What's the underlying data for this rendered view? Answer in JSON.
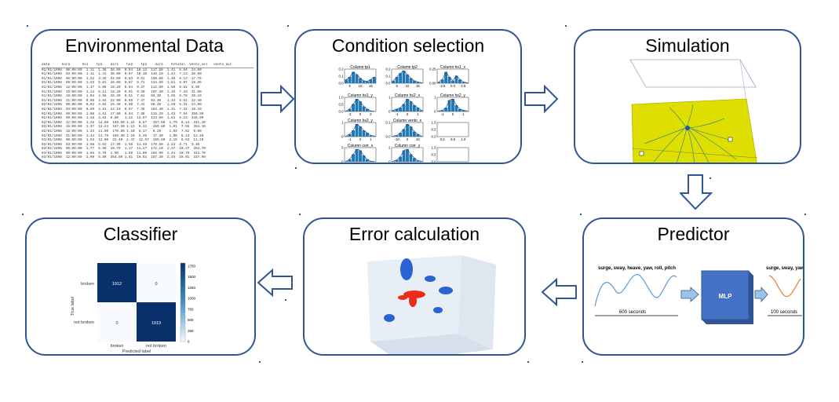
{
  "steps": {
    "environmental_data": {
      "title": "Environmental Data",
      "table_header": "data      hora      hs1    tp1    dir1    hs2    tp2    dir2    hstotal  vento_vel   vento_dir",
      "table_rows": [
        "01/01/1998  00:00:00  1.11  1.36  30.00  0.94  10.13  117.50  1.41  6.94  24.00",
        "01/01/1998  03:00:00  1.11  1.41  30.00  0.87  10.10  146.10  1.44  7.13  28.60",
        "01/01/1998  06:00:00  1.22  3.29  31.00  0.83  9.81   150.60  1.46  8.13  17.76",
        "01/01/1998  09:00:00  1.23  5.01  26.00  0.87  9.71   134.50  1.51  8.97  18.69",
        "01/01/1998  12:00:00  1.17  5.08  18.20  0.94  9.37   112.60  1.50  8.82  5.50",
        "01/01/1998  15:00:00  1.14  5.11  18.20  0.91  9.30   107.30  1.46  7.33  11.00",
        "01/01/1998  18:00:00  1.04  4.58  20.40  0.51  7.51   66.30   1.36  6.78  20.10",
        "01/01/1998  21:00:00  0.98  4.54  22.90  0.69  7.47   92.30   1.33  6.51  22.40",
        "02/01/1998  00:00:00  0.92  4.62  26.40  0.90  7.41   80.20   1.29  6.31  24.00",
        "02/01/1998  03:00:00  0.89  4.51  24.10  0.87  7.39   104.40  1.31  7.32  19.10",
        "02/01/1998  06:00:00  1.08  4.61  17.80  0.94  7.36   116.20  1.43  7.94  359.30",
        "02/01/1998  09:00:00  1.18  4.62  0.80   1.22  12.87  123.60  1.61  8.23  349.90",
        "02/01/1998  12:00:00  1.26  12.60  168.50 1.15  6.87   157.60  1.79  8.14  341.10",
        "02/01/1998  15:00:00  1.37  12.24  167.30 1.13  5.11   159.60  1.91  7.56  354.10",
        "02/01/1998  18:00:00  1.44  11.90  170.50 1.10  5.17   0.29    1.93  7.62  9.00",
        "02/01/1998  21:00:00  1.44  11.79  169.30 1.10  5.46   17.30   1.90  8.13  12.40",
        "03/01/1998  00:00:00  1.63  12.00  22.40  1.47  12.57  169.80  2.19  8.63  11.10",
        "03/01/1998  03:00:00  1.58  5.61  17.30  1.58  11.49  178.60  2.23  8.71  3.30",
        "03/01/1998  06:00:00  1.77  5.60  10.70  1.17  11.27  172.10  2.37  10.27  353.70",
        "03/01/1998  09:00:00  1.85  5.78  1.90   1.59  11.09  166.90  2.44  10.79  343.70",
        "03/01/1998  12:00:00  1.09  5.89  354.80 1.51  10.92  167.30  2.45  10.01  337.90",
        "03/01/1998  15:00:00  1.63  6.07  111.40 1.16  5.51   149.00  2.26  7.81  347.70"
      ]
    },
    "condition_selection": {
      "title": "Condition selection",
      "subplots": [
        {
          "label": "Column tp1",
          "yticks": [
            "0.2",
            "0.1",
            "0.0"
          ],
          "xticks": [
            "5",
            "10",
            "15"
          ],
          "bars": [
            0.3,
            0.5,
            0.9,
            0.7,
            0.4,
            0.2,
            0.15,
            0.3,
            0.5
          ]
        },
        {
          "label": "Column tp2",
          "yticks": [
            "0.2",
            "0.1",
            "0.0"
          ],
          "xticks": [
            "5",
            "10",
            "15"
          ],
          "bars": [
            0.2,
            0.5,
            0.8,
            1.0,
            0.7,
            0.4,
            0.2,
            0.1,
            0.05
          ]
        },
        {
          "label": "Column hs1_x",
          "yticks": [
            "0.25",
            "0.00"
          ],
          "xticks": [
            "-2.5",
            "0.0",
            "2.5"
          ],
          "bars": [
            0.1,
            0.3,
            0.9,
            0.5,
            0.2,
            0.6,
            0.3,
            0.1,
            0.05
          ]
        },
        {
          "label": "Column hs1_y",
          "yticks": [
            "1.0",
            "0.5",
            "0.0"
          ],
          "xticks": [
            "-2",
            "0",
            "2"
          ],
          "bars": [
            0.05,
            0.2,
            0.6,
            1.0,
            0.8,
            0.4,
            0.2,
            0.05,
            0.02
          ]
        },
        {
          "label": "Column hs2_x",
          "yticks": [
            "1",
            "0"
          ],
          "xticks": [
            "-1",
            "0",
            "1"
          ],
          "bars": [
            0.1,
            0.2,
            0.3,
            0.6,
            1.0,
            0.8,
            0.5,
            0.3,
            0.1
          ]
        },
        {
          "label": "Column hs2_y",
          "yticks": [
            "1",
            "0"
          ],
          "xticks": [
            "-1",
            "0",
            "1"
          ],
          "bars": [
            0.05,
            0.1,
            0.3,
            0.9,
            1.0,
            0.5,
            0.2,
            0.1,
            0.05
          ]
        },
        {
          "label": "Column hs2_y",
          "yticks": [
            "1",
            "0"
          ],
          "xticks": [
            "-1",
            "0",
            "1"
          ],
          "bars": [
            0.05,
            0.2,
            0.5,
            1.0,
            0.8,
            0.5,
            0.3,
            0.1,
            0.05
          ]
        },
        {
          "label": "Column vento_x",
          "yticks": [
            "0.1",
            "0.0"
          ],
          "xticks": [
            "-10",
            "0",
            "10"
          ],
          "bars": [
            0.05,
            0.1,
            0.3,
            0.6,
            1.0,
            0.8,
            0.4,
            0.2,
            0.05
          ]
        },
        {
          "label": "",
          "yticks": [
            "1.0",
            "0.5",
            "0.0"
          ],
          "xticks": [
            "0.0",
            "0.5",
            "1.0"
          ],
          "bars": []
        },
        {
          "label": "Column corr_x",
          "yticks": [
            "5",
            "0"
          ],
          "xticks": [
            "-0.25",
            "0.00",
            "0.25"
          ],
          "bars": [
            0.05,
            0.2,
            0.6,
            1.0,
            0.9,
            0.5,
            0.2,
            0.05,
            0.02
          ]
        },
        {
          "label": "Column corr_y",
          "yticks": [
            "2",
            "0"
          ],
          "xticks": [
            "-0.5",
            "0.0",
            "0.5"
          ],
          "bars": [
            0.05,
            0.15,
            0.4,
            0.9,
            1.0,
            0.6,
            0.3,
            0.1,
            0.05
          ]
        },
        {
          "label": "",
          "yticks": [
            "1.0",
            "0.5",
            "0.0"
          ],
          "xticks": [
            "0.0",
            "0.5",
            "1.0"
          ],
          "bars": []
        }
      ]
    },
    "simulation": {
      "title": "Simulation"
    },
    "predictor": {
      "title": "Predictor",
      "input_label": "surge, sway, heave, yaw, roll, pitch",
      "model_label": "MLP",
      "output_label": "surge, sway, yaw",
      "input_duration": "600 seconds",
      "output_duration": "100 seconds"
    },
    "error_calculation": {
      "title": "Error calculation"
    },
    "classifier": {
      "title": "Classifier",
      "matrix": [
        [
          1912,
          0
        ],
        [
          0,
          1919
        ]
      ],
      "row_labels": [
        "broken",
        "not broken"
      ],
      "col_labels": [
        "broken",
        "not broken"
      ],
      "ylabel": "True label",
      "xlabel": "Predicted label",
      "colorbar_ticks": [
        "1750",
        "1500",
        "1250",
        "1000",
        "750",
        "500",
        "250",
        "0"
      ]
    }
  },
  "colors": {
    "card_border": "#2f5597",
    "arrow_fill": "#ffffff",
    "arrow_stroke": "#2f5597",
    "histogram_bar": "#1f77b4",
    "confusion_dark": "#08306b",
    "mlp_box": "#4472c4",
    "simulation_floor": "#e0e000",
    "cluster_blue": "#2a63d4",
    "cluster_red": "#ee2a1a",
    "series_input": "#5b9bd5",
    "series_output": "#ed7d31"
  }
}
